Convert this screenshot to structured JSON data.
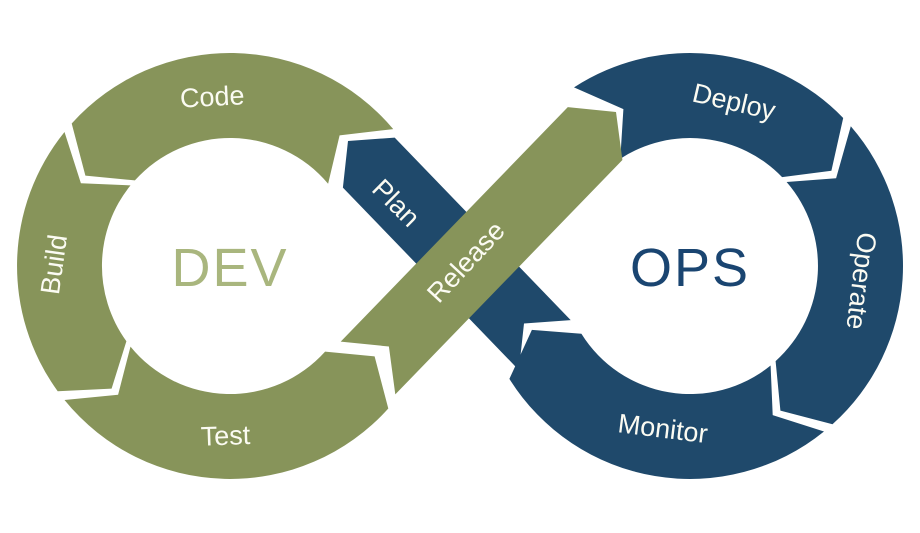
{
  "diagram": {
    "name": "DevOps infinity loop",
    "background": "#ffffff",
    "colors": {
      "dev_fill": "#87945A",
      "ops_fill": "#1F496B",
      "band_label_text": "#FBFBF2",
      "dev_center_text": "#A9B67E",
      "ops_center_text": "#1A4571"
    },
    "left_loop": {
      "center_label": "DEV",
      "segments": [
        {
          "id": "code",
          "label": "Code"
        },
        {
          "id": "build",
          "label": "Build"
        },
        {
          "id": "test",
          "label": "Test"
        }
      ]
    },
    "right_loop": {
      "center_label": "OPS",
      "segments": [
        {
          "id": "deploy",
          "label": "Deploy"
        },
        {
          "id": "operate",
          "label": "Operate"
        },
        {
          "id": "monitor",
          "label": "Monitor"
        }
      ]
    },
    "bands": [
      {
        "id": "plan",
        "label": "Plan",
        "belongs_to": "ops"
      },
      {
        "id": "release",
        "label": "Release",
        "belongs_to": "dev"
      }
    ]
  }
}
